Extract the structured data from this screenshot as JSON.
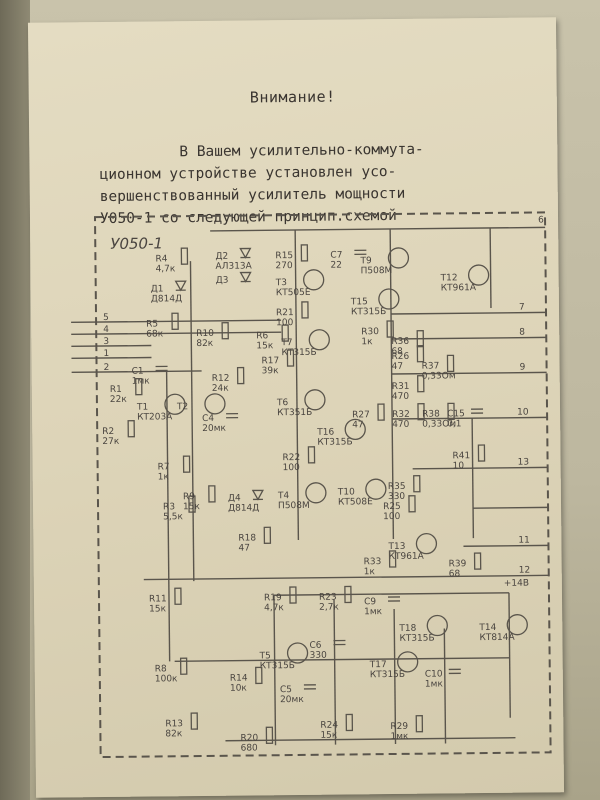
{
  "document": {
    "heading": "Внимание!",
    "paragraph_lines": [
      "В Вашем усилительно-коммута-",
      "ционном устройстве установлен усо-",
      "вершенствованный усилитель мощности",
      "У050-1 со следующей принцип.схемой"
    ]
  },
  "schematic": {
    "module_label": "У050-1",
    "pins": [
      "1",
      "2",
      "3",
      "4",
      "5",
      "6",
      "7",
      "8",
      "9",
      "10",
      "11",
      "12",
      "13"
    ],
    "supply": "+14В",
    "components": [
      {
        "ref": "R4",
        "value": "4,7к"
      },
      {
        "ref": "Д1",
        "value": "Д814Д"
      },
      {
        "ref": "Д2",
        "value": "АЛ313А"
      },
      {
        "ref": "Д3",
        "value": ""
      },
      {
        "ref": "R15",
        "value": "270"
      },
      {
        "ref": "C7",
        "value": "22"
      },
      {
        "ref": "T3",
        "value": "КТ505Е"
      },
      {
        "ref": "T9",
        "value": "П508М"
      },
      {
        "ref": "T12",
        "value": "КТ961А"
      },
      {
        "ref": "R5",
        "value": "68к"
      },
      {
        "ref": "R10",
        "value": "82к"
      },
      {
        "ref": "R6",
        "value": "15к"
      },
      {
        "ref": "R21",
        "value": "100"
      },
      {
        "ref": "T15",
        "value": "КТ315Б"
      },
      {
        "ref": "T7",
        "value": "КТ315Б"
      },
      {
        "ref": "R30",
        "value": "1к"
      },
      {
        "ref": "R36",
        "value": "68"
      },
      {
        "ref": "R26",
        "value": "47"
      },
      {
        "ref": "R37",
        "value": "0,33Ом"
      },
      {
        "ref": "R31",
        "value": "470"
      },
      {
        "ref": "C1",
        "value": "1мк"
      },
      {
        "ref": "R1",
        "value": "22к"
      },
      {
        "ref": "T1",
        "value": "КТ203А"
      },
      {
        "ref": "T2",
        "value": ""
      },
      {
        "ref": "R12",
        "value": "24к"
      },
      {
        "ref": "R17",
        "value": "39к"
      },
      {
        "ref": "T6",
        "value": "КТ351Б"
      },
      {
        "ref": "R27",
        "value": "47"
      },
      {
        "ref": "R32",
        "value": "470"
      },
      {
        "ref": "R38",
        "value": "0,33Ом"
      },
      {
        "ref": "C15",
        "value": "0,1"
      },
      {
        "ref": "R2",
        "value": "27к"
      },
      {
        "ref": "C4",
        "value": "20мк"
      },
      {
        "ref": "T16",
        "value": "КТ315Б"
      },
      {
        "ref": "R7",
        "value": "1к"
      },
      {
        "ref": "R22",
        "value": "100"
      },
      {
        "ref": "R41",
        "value": "10"
      },
      {
        "ref": "R3",
        "value": "5,5к"
      },
      {
        "ref": "R9",
        "value": "15к"
      },
      {
        "ref": "Д4",
        "value": "Д814Д"
      },
      {
        "ref": "T4",
        "value": "П508М"
      },
      {
        "ref": "T10",
        "value": "КТ508Е"
      },
      {
        "ref": "R35",
        "value": "330"
      },
      {
        "ref": "R25",
        "value": "100"
      },
      {
        "ref": "R18",
        "value": "47"
      },
      {
        "ref": "T13",
        "value": "КТ961А"
      },
      {
        "ref": "R33",
        "value": "1к"
      },
      {
        "ref": "R39",
        "value": "68"
      },
      {
        "ref": "R11",
        "value": "15к"
      },
      {
        "ref": "R19",
        "value": "4,7к"
      },
      {
        "ref": "R23",
        "value": "2,7к"
      },
      {
        "ref": "C9",
        "value": "1мк"
      },
      {
        "ref": "C6",
        "value": "330"
      },
      {
        "ref": "T18",
        "value": "КТ315Б"
      },
      {
        "ref": "T14",
        "value": "КТ814А"
      },
      {
        "ref": "R8",
        "value": "100к"
      },
      {
        "ref": "T5",
        "value": "КТ315Б"
      },
      {
        "ref": "T17",
        "value": "КТ315Б"
      },
      {
        "ref": "C10",
        "value": "1мк"
      },
      {
        "ref": "R14",
        "value": "10к"
      },
      {
        "ref": "C5",
        "value": "20мк"
      },
      {
        "ref": "R13",
        "value": "82к"
      },
      {
        "ref": "R20",
        "value": "680"
      },
      {
        "ref": "R24",
        "value": "15к"
      },
      {
        "ref": "R29",
        "value": "1мк"
      }
    ]
  }
}
